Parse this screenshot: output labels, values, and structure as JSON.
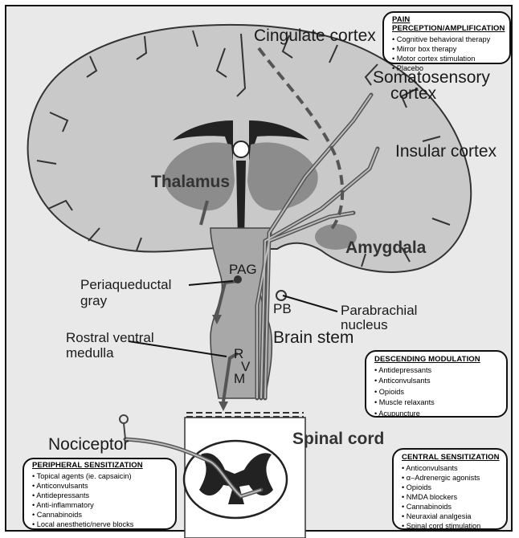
{
  "labels": {
    "cingulate": "Cingulate cortex",
    "somatosensory_1": "Somatosensory",
    "somatosensory_2": "cortex",
    "insular": "Insular cortex",
    "thalamus": "Thalamus",
    "amygdala": "Amygdala",
    "pag": "PAG",
    "periaqueductal_1": "Periaqueductal",
    "periaqueductal_2": "gray",
    "pb": "PB",
    "parabrachial_1": "Parabrachial",
    "parabrachial_2": "nucleus",
    "brain_stem": "Brain stem",
    "rostral_1": "Rostral ventral",
    "rostral_2": "medulla",
    "rvm_r": "R",
    "rvm_v": "V",
    "rvm_m": "M",
    "spinal_cord": "Spinal cord",
    "nociceptor": "Nociceptor"
  },
  "boxes": {
    "pain": {
      "title": "PAIN PERCEPTION/AMPLIFICATION",
      "items": [
        "Cognitive behavioral therapy",
        "Mirror box therapy",
        "Motor cortex stimulation",
        "Placebo"
      ]
    },
    "descending": {
      "title": "DESCENDING MODULATION",
      "items": [
        "Antidepressants",
        "Anticonvulsants",
        "Opioids",
        "Muscle relaxants",
        "Acupuncture"
      ]
    },
    "central": {
      "title": "CENTRAL SENSITIZATION",
      "items": [
        "Anticonvulsants",
        "α–Adrenergic agonists",
        "Opioids",
        "NMDA blockers",
        "Cannabinoids",
        "Neuraxial analgesia",
        "Spinal cord stimulation"
      ]
    },
    "peripheral": {
      "title": "PERIPHERAL SENSITIZATION",
      "items": [
        "Topical agents (ie. capsaicin)",
        "Anticonvulsants",
        "Antidepressants",
        "Anti-inflammatory",
        "Cannabinoids",
        "Local anesthetic/nerve blocks"
      ]
    }
  }
}
